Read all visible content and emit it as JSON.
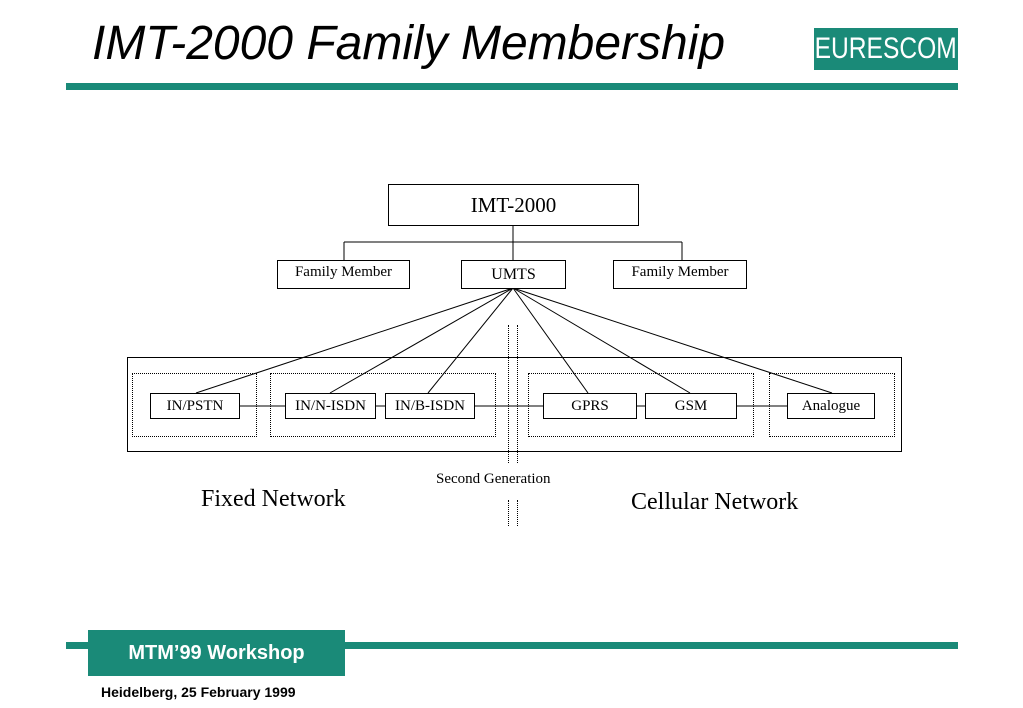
{
  "slide": {
    "title": "IMT-2000 Family Membership",
    "brand_color": "#1a8a78"
  },
  "logo": {
    "text": "EURESCOM"
  },
  "diagram": {
    "root": "IMT-2000",
    "members": {
      "left": "Family Member",
      "center": "UMTS",
      "right": "Family Member"
    },
    "networks": {
      "in_pstn": "IN/PSTN",
      "in_n_isdn": "IN/N-ISDN",
      "in_b_isdn": "IN/B-ISDN",
      "gprs": "GPRS",
      "gsm": "GSM",
      "analogue": "Analogue"
    },
    "second_generation_label": "Second Generation",
    "fixed_network_label": "Fixed Network",
    "cellular_network_label": "Cellular Network"
  },
  "footer": {
    "workshop": "MTM’99 Workshop",
    "location_date": "Heidelberg, 25 February 1999"
  }
}
